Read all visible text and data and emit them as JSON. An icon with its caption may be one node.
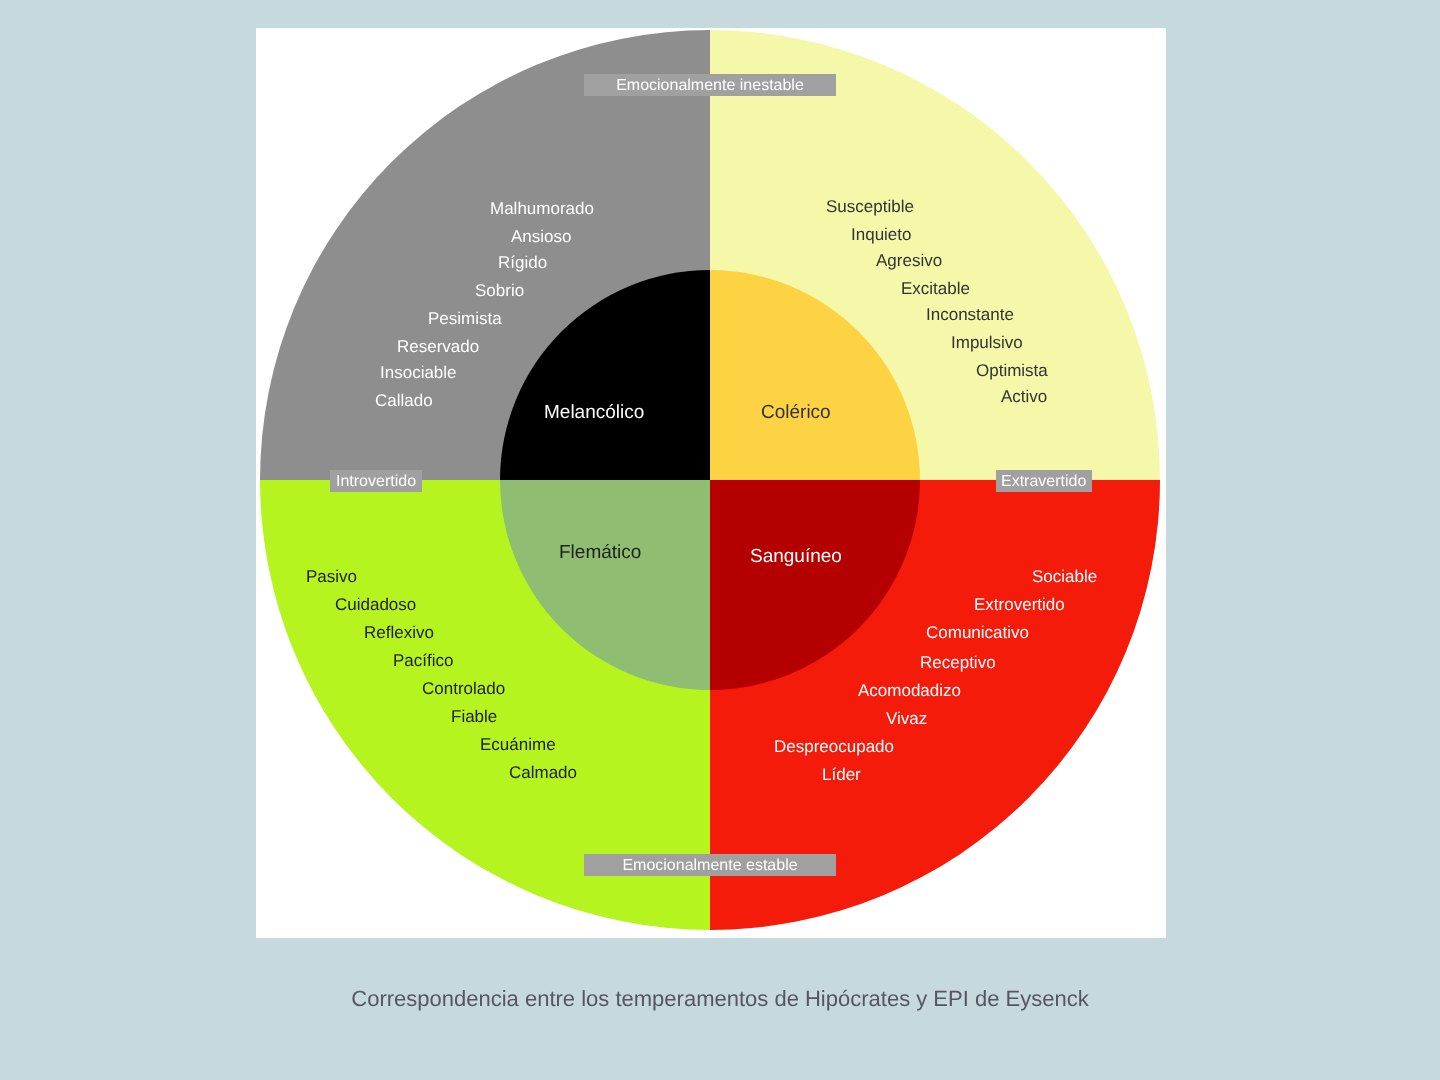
{
  "diagram": {
    "caption": "Correspondencia entre los temperamentos de Hipócrates y EPI de Eysenck",
    "nodes": [
      {
        "text": [
          "Malhumorado",
          "Ansioso",
          "Rígido",
          "Sobrio",
          "Pesimista",
          "Reservado",
          "Insociable",
          "Callado"
        ]
      },
      {
        "text": [
          "Melancólico"
        ],
        "in": 0
      },
      {
        "text": [
          "Susceptible",
          "Inquieto",
          "Agresivo",
          "Excitable",
          "Inconstante",
          "Impulsivo",
          "Optimista",
          "Activo"
        ]
      },
      {
        "text": [
          "Colérico"
        ],
        "in": 2
      },
      {
        "text": [
          "Pasivo",
          "Cuidadoso",
          "Reflexivo",
          "Pacífico",
          "Controlado",
          "Fiable",
          "Ecuánime",
          "Calmado"
        ]
      },
      {
        "text": [
          "Flemático"
        ],
        "in": 4
      },
      {
        "text": [
          "Sociable",
          "Extrovertido",
          "Comunicativo",
          "Receptivo",
          "Acomodadizo",
          "Vivaz",
          "Despreocupado",
          "Líder"
        ]
      },
      {
        "text": [
          "Sanguíneo"
        ],
        "in": 6
      }
    ],
    "labels": [
      "Emocionalmente inestable",
      "Introvertido",
      "Extravertido",
      "Emocionalmente estable"
    ]
  }
}
